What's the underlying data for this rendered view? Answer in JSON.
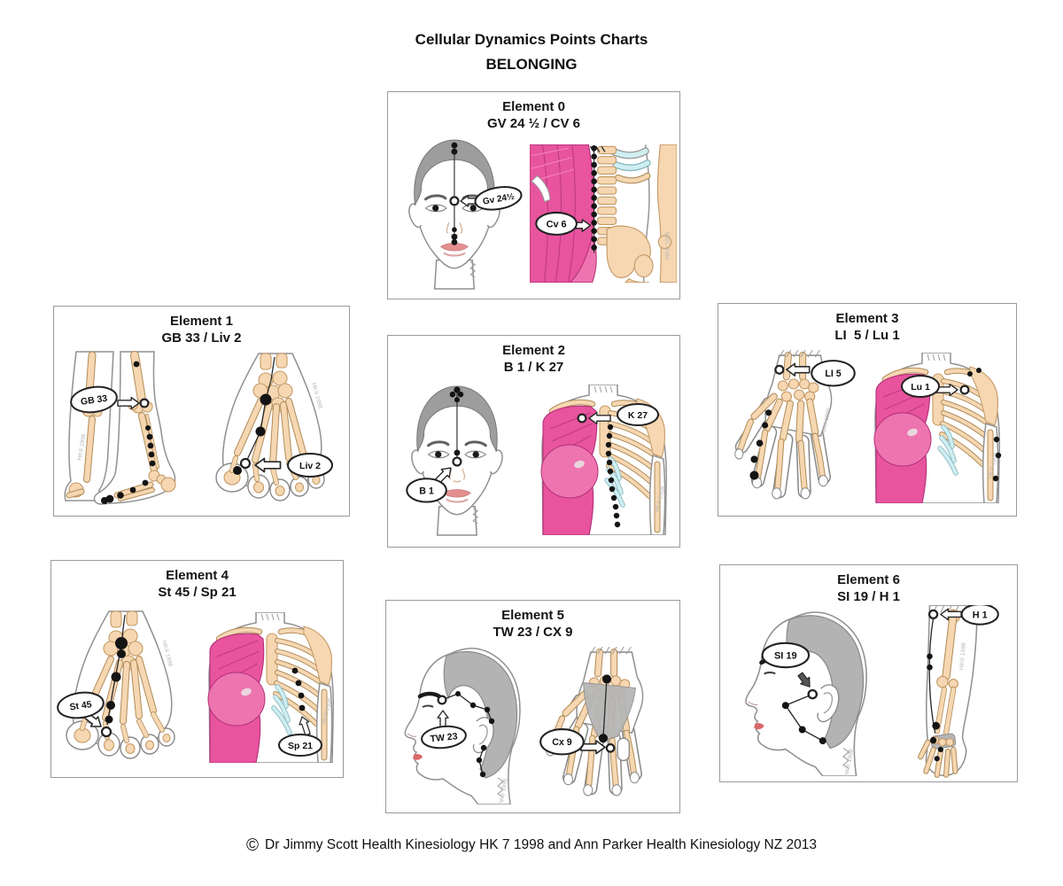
{
  "page": {
    "title": "Cellular Dynamics Points Charts",
    "subtitle": "BELONGING",
    "copyright_symbol": "©",
    "copyright_text": "Dr Jimmy Scott Health Kinesiology HK 7 1998 and Ann Parker Health Kinesiology NZ 2013"
  },
  "watermark": "HK® 1998",
  "colors": {
    "muscle_pink": "#e8549e",
    "skin": "#f6d7b2",
    "cartilage_blue": "#cfeef2",
    "hair_gray": "#9d9d9d",
    "panel_border": "#9a9a9a"
  },
  "panels": [
    {
      "element": "Element 0",
      "points": "GV 24 ½ / CV 6",
      "label_left": "Gv 24½",
      "label_right": "Cv 6"
    },
    {
      "element": "Element 1",
      "points": "GB 33 / Liv 2",
      "label_left": "GB 33",
      "label_right": "Liv 2"
    },
    {
      "element": "Element 2",
      "points": "B 1 / K 27",
      "label_left": "B 1",
      "label_right": "K 27"
    },
    {
      "element": "Element 3",
      "points": "LI  5 / Lu 1",
      "label_left": "LI 5",
      "label_right": "Lu 1"
    },
    {
      "element": "Element 4",
      "points": "St 45 / Sp 21",
      "label_left": "St 45",
      "label_right": "Sp 21"
    },
    {
      "element": "Element 5",
      "points": "TW 23 / CX 9",
      "label_left": "TW 23",
      "label_right": "Cx 9"
    },
    {
      "element": "Element 6",
      "points": "SI 19 / H 1",
      "label_left": "SI 19",
      "label_right": "H 1"
    }
  ]
}
